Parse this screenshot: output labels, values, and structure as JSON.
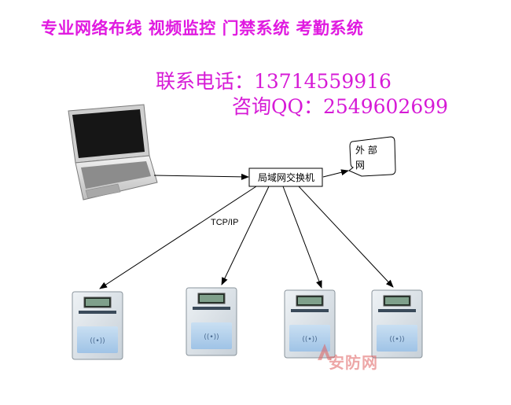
{
  "header": {
    "services": "专业网络布线 视频监控 门禁系统 考勤系统",
    "phone": "联系电话：13714559916",
    "qq": "咨询QQ：2549602699"
  },
  "diagram": {
    "switch_label": "局域网交换机",
    "external": [
      "外 部",
      "网"
    ],
    "protocol_label": "TCP/IP",
    "terminal_count": 4
  },
  "colors": {
    "headline": "#e01ae0",
    "contact": "#d61ad6",
    "line": "#000000"
  },
  "watermark": "安防网"
}
